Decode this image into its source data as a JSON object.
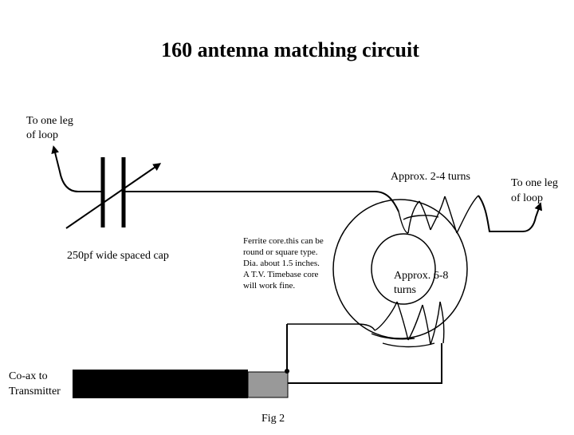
{
  "diagram": {
    "title": "160 antenna matching circuit",
    "labels": {
      "loop_leg_left": [
        "To one leg",
        "of loop"
      ],
      "loop_leg_right": [
        "To one leg",
        "of loop"
      ],
      "capacitor": "250pf wide spaced cap",
      "primary_turns": "Approx. 2-4 turns",
      "secondary_turns": [
        "Approx. 6-8",
        "turns"
      ],
      "ferrite_note": [
        "Ferrite core.this can be",
        "round or square type.",
        "Dia. about 1.5 inches.",
        "A T.V. Timebase core",
        "will work fine."
      ],
      "coax": [
        "Co-ax to",
        "Transmitter"
      ],
      "figure": "Fig 2"
    },
    "colors": {
      "ink": "#000000",
      "coax_jacket": "#000000",
      "coax_shield": "#999999",
      "background": "#ffffff"
    }
  }
}
